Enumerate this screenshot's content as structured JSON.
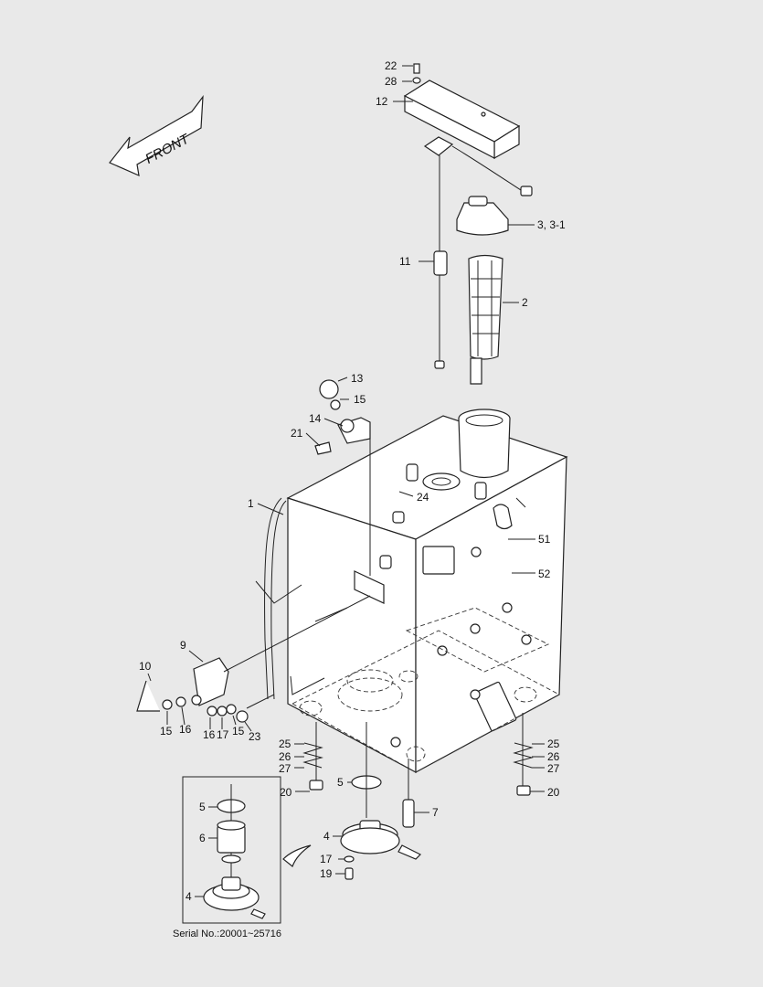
{
  "diagram": {
    "front_label": "FRONT",
    "serial_note": "Serial No.:20001~25716",
    "callouts": [
      {
        "id": "c22",
        "text": "22"
      },
      {
        "id": "c28",
        "text": "28"
      },
      {
        "id": "c12",
        "text": "12"
      },
      {
        "id": "c3",
        "text": "3, 3-1"
      },
      {
        "id": "c11",
        "text": "11"
      },
      {
        "id": "c2",
        "text": "2"
      },
      {
        "id": "c13",
        "text": "13"
      },
      {
        "id": "c15a",
        "text": "15"
      },
      {
        "id": "c14",
        "text": "14"
      },
      {
        "id": "c21",
        "text": "21"
      },
      {
        "id": "c24",
        "text": "24"
      },
      {
        "id": "c1",
        "text": "1"
      },
      {
        "id": "c51",
        "text": "51"
      },
      {
        "id": "c52",
        "text": "52"
      },
      {
        "id": "c9",
        "text": "9"
      },
      {
        "id": "c10",
        "text": "10"
      },
      {
        "id": "c15b",
        "text": "15"
      },
      {
        "id": "c16a",
        "text": "16"
      },
      {
        "id": "c16b",
        "text": "16"
      },
      {
        "id": "c17a",
        "text": "17"
      },
      {
        "id": "c15c",
        "text": "15"
      },
      {
        "id": "c23",
        "text": "23"
      },
      {
        "id": "c25a",
        "text": "25"
      },
      {
        "id": "c26a",
        "text": "26"
      },
      {
        "id": "c27a",
        "text": "27"
      },
      {
        "id": "c25b",
        "text": "25"
      },
      {
        "id": "c26b",
        "text": "26"
      },
      {
        "id": "c27b",
        "text": "27"
      },
      {
        "id": "c20a",
        "text": "20"
      },
      {
        "id": "c20b",
        "text": "20"
      },
      {
        "id": "c5a",
        "text": "5"
      },
      {
        "id": "c7",
        "text": "7"
      },
      {
        "id": "c4a",
        "text": "4"
      },
      {
        "id": "c17b",
        "text": "17"
      },
      {
        "id": "c19",
        "text": "19"
      },
      {
        "id": "c5b",
        "text": "5"
      },
      {
        "id": "c6",
        "text": "6"
      },
      {
        "id": "c4b",
        "text": "4"
      }
    ]
  }
}
